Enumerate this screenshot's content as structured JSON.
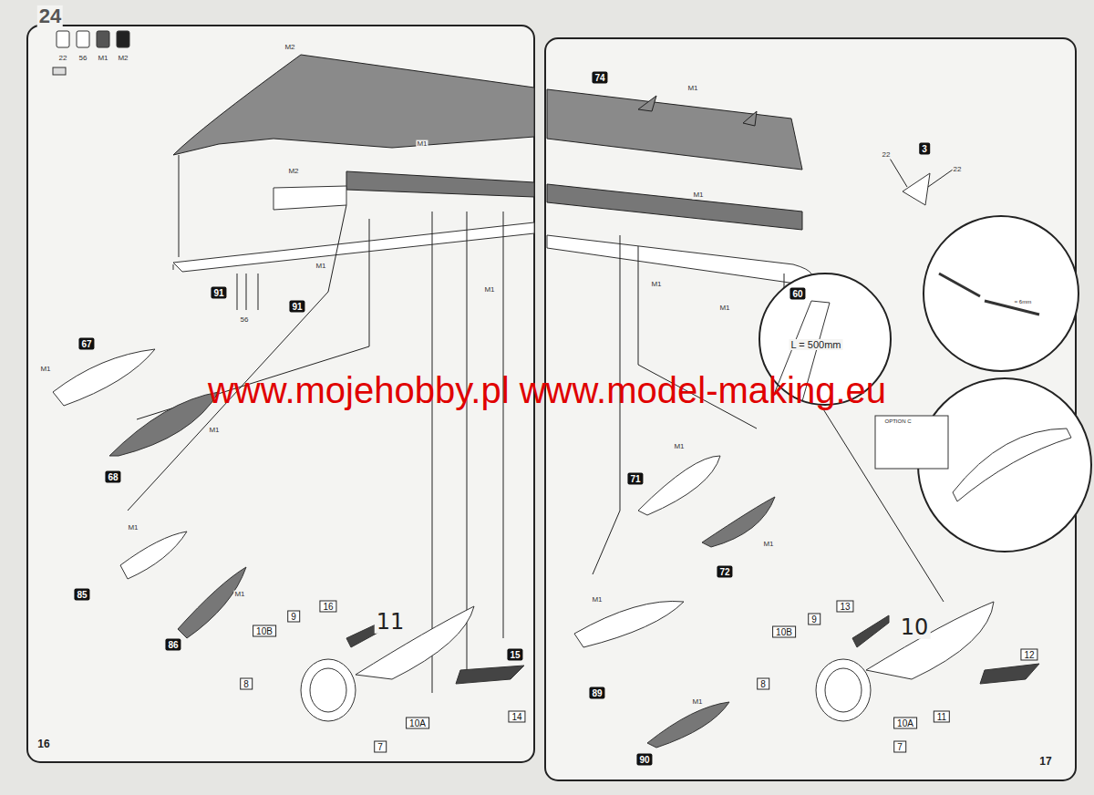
{
  "diagram": {
    "labels": [
      "24",
      "22",
      "56",
      "M1",
      "M2",
      "M2",
      "74",
      "M1",
      "3",
      "22",
      "22",
      "M2",
      "M1",
      "M1",
      "M1",
      "91",
      "91",
      "56",
      "M1",
      "M1",
      "M1",
      "60",
      "L = 500mm",
      "≈ 6mm",
      "OPTION C",
      "67",
      "M1",
      "M1",
      "68",
      "www.mojehobby.pl www.model-making.eu",
      "71",
      "M1",
      "M1",
      "72",
      "M1",
      "85",
      "86",
      "M1",
      "11",
      "16",
      "9",
      "10B",
      "8",
      "15",
      "14",
      "10A",
      "7",
      "M1",
      "89",
      "90",
      "M1",
      "10",
      "13",
      "9",
      "10B",
      "8",
      "12",
      "11",
      "10A",
      "7",
      "16",
      "17"
    ]
  }
}
